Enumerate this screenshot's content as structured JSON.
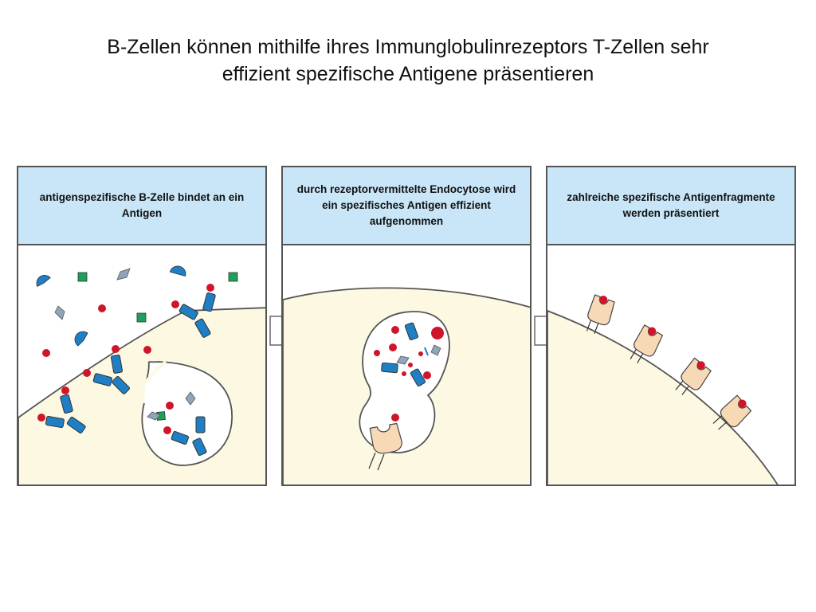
{
  "title": {
    "line1": "B-Zellen können mithilfe ihres Immunglobulinrezeptors T-Zellen sehr",
    "line2": "effizient spezifische Antigene präsentieren"
  },
  "panels": [
    {
      "caption": "antigenspezifische B-Zelle bindet an ein Antigen"
    },
    {
      "caption": "durch rezeptorvermittelte Endocytose wird ein spezifisches Antigen effizient aufgenommen"
    },
    {
      "caption": "zahlreiche spezifische Antigenfragmente werden präsentiert"
    }
  ],
  "colors": {
    "cell_fill": "#fcf8e2",
    "header_fill": "#c9e6f8",
    "receptor_blue": "#1f7fc4",
    "antigen_red": "#d0142c",
    "antigen_green": "#1fa05a",
    "antigen_gray": "#8fa5bc",
    "mhc_fill": "#f7d9b6"
  },
  "icons": [
    "right-arrow-icon"
  ]
}
